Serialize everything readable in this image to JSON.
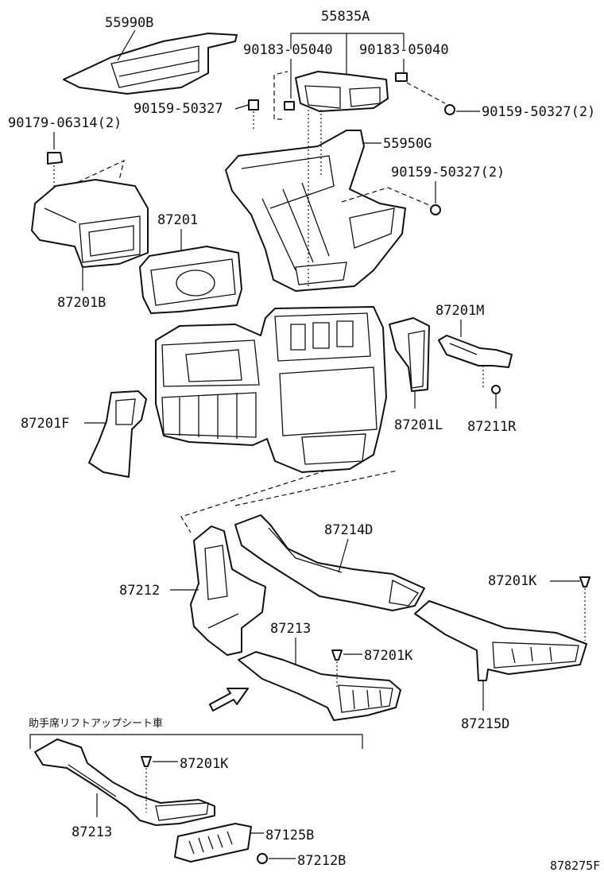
{
  "labels": {
    "p55990b": "55990B",
    "p55835a": "55835A",
    "p90183_l": "90183-05040",
    "p90183_r": "90183-05040",
    "p90159_a": "90159-50327",
    "p90159_b": "90159-50327(2)",
    "p90179": "90179-06314(2)",
    "p55950g": "55950G",
    "p90159_c": "90159-50327(2)",
    "p87201": "87201",
    "p87201b": "87201B",
    "p87201m": "87201M",
    "p87201f": "87201F",
    "p87201l": "87201L",
    "p87211r": "87211R",
    "p87214d": "87214D",
    "p87212": "87212",
    "p87201k_a": "87201K",
    "p87213": "87213",
    "p87201k_b": "87201K",
    "p87215d": "87215D",
    "jp_note": "助手席リフトアップシート車",
    "p87201k_c": "87201K",
    "p87213_b": "87213",
    "p87125b": "87125B",
    "p87212b": "87212B",
    "diagram_id": "878275F"
  }
}
